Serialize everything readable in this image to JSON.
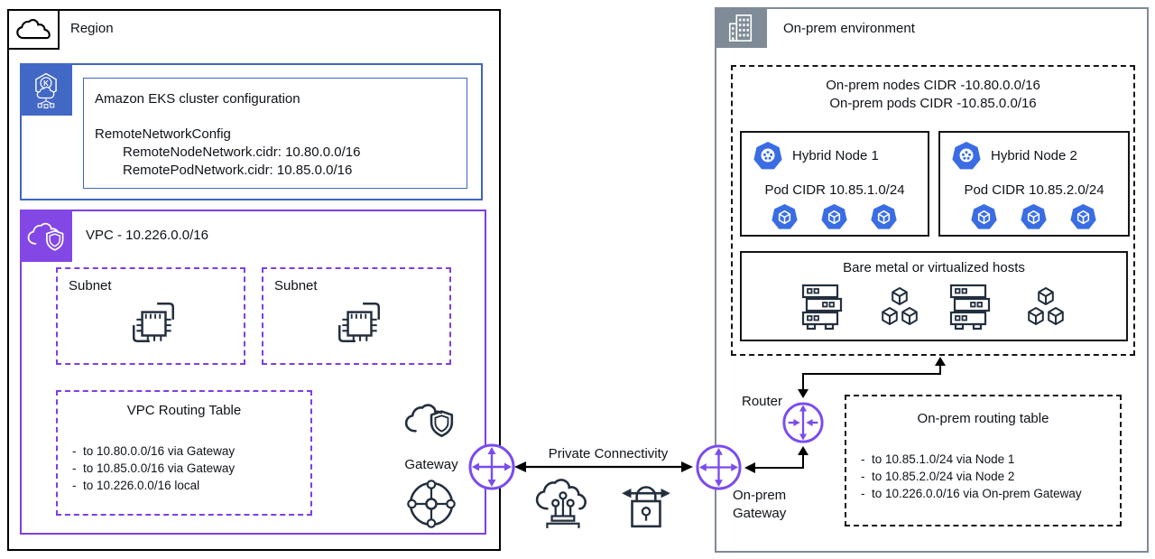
{
  "region": {
    "label": "Region",
    "eks": {
      "title": "Amazon EKS cluster configuration",
      "config_line": "RemoteNetworkConfig",
      "node_cidr_line": "RemoteNodeNetwork.cidr: 10.80.0.0/16",
      "pod_cidr_line": "RemotePodNetwork.cidr: 10.85.0.0/16",
      "icon_letter": "K"
    },
    "vpc": {
      "label": "VPC - 10.226.0.0/16",
      "subnets": [
        "Subnet",
        "Subnet"
      ],
      "routing_table": {
        "title": "VPC Routing Table",
        "routes": [
          "-  to 10.80.0.0/16 via Gateway",
          "-  to 10.85.0.0/16 via Gateway",
          "-  to 10.226.0.0/16 local"
        ]
      },
      "gateway_label": "Gateway"
    }
  },
  "middle": {
    "private_connectivity_label": "Private Connectivity"
  },
  "onprem": {
    "label": "On-prem environment",
    "cidr_line_nodes": "On-prem nodes CIDR -10.80.0.0/16",
    "cidr_line_pods": "On-prem pods CIDR -10.85.0.0/16",
    "nodes": [
      {
        "title": "Hybrid Node 1",
        "pod_cidr": "Pod CIDR 10.85.1.0/24"
      },
      {
        "title": "Hybrid Node 2",
        "pod_cidr": "Pod CIDR 10.85.2.0/24"
      }
    ],
    "hosts_label": "Bare metal or virtualized hosts",
    "router_label": "Router",
    "gateway_label_line1": "On-prem",
    "gateway_label_line2": "Gateway",
    "routing_table": {
      "title": "On-prem routing table",
      "routes": [
        "-  to 10.85.1.0/24 via Node 1",
        "-  to 10.85.2.0/24 via Node 2",
        "-  to 10.226.0.0/16 via On-prem Gateway"
      ]
    }
  },
  "icons": [
    "region-cloud-icon",
    "eks-icon",
    "vpc-icon",
    "subnet-chip-icon",
    "gateway-cloud-shield-icon",
    "network-globe-icon",
    "gateway-endpoint-icon",
    "direct-connect-icon",
    "vpn-lock-icon",
    "building-icon",
    "k8s-node-icon",
    "k8s-pod-icon",
    "server-rack-icon",
    "cubes-icon",
    "router-icon"
  ],
  "colors": {
    "vpc_purple": "#7D3FE3",
    "endpoint_purple": "#7A4BEF",
    "eks_blue": "#4268C6",
    "eks_border_blue": "#3E66C0",
    "k8s_blue": "#3A6DE4",
    "onprem_gray": "#7F8B96",
    "icon_navy": "#232F3E",
    "line_black": "#000000"
  }
}
